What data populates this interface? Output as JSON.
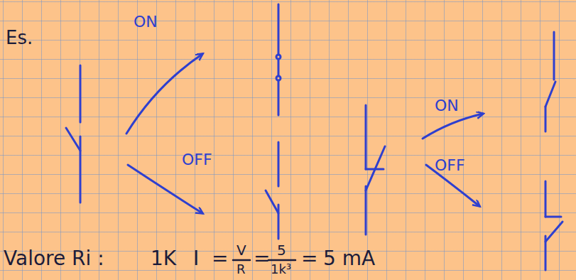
{
  "diagram": {
    "labels": [
      "Es.",
      "ON",
      "OFF",
      "ON",
      "OFF",
      "Valore Ri :",
      "1K",
      "I",
      "=",
      "V",
      "R",
      "=",
      "5",
      "1k³",
      "=",
      "5 mA"
    ]
  }
}
